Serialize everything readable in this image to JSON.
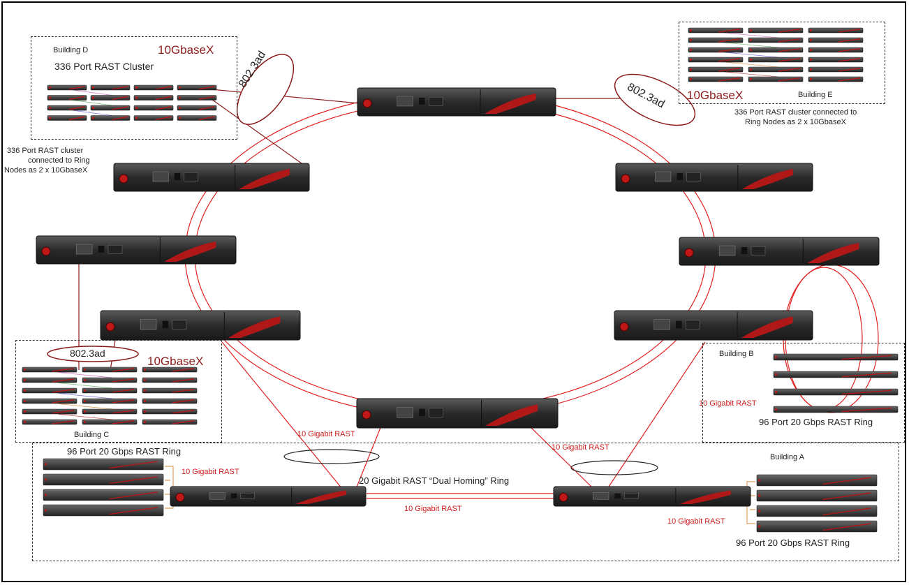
{
  "labels": {
    "building_d": "Building D",
    "d_cluster": "336 Port RAST Cluster",
    "d_10g": "10GbaseX",
    "left_note_1": "336 Port RAST cluster",
    "left_note_2": "connected to Ring",
    "left_note_3": "Nodes as 2 x 10GbaseX",
    "lag_d": "802.3ad",
    "lag_e": "802.3ad",
    "e_10g": "10GbaseX",
    "building_e": "Building E",
    "right_note_1": "336 Port RAST cluster connected to",
    "right_note_2": "Ring Nodes as 2 x 10GbaseX",
    "lag_c": "802.3ad",
    "c_10g": "10GbaseX",
    "building_c": "Building C",
    "building_b": "Building B",
    "b_rast": "10 Gigabit RAST",
    "b_ring": "96 Port 20 Gbps RAST Ring",
    "rast_left": "10 Gigabit RAST",
    "rast_right": "10 Gigabit RAST",
    "bottom_left_ring": "96 Port 20 Gbps RAST Ring",
    "bottom_left_rast": "10 Gigabit RAST",
    "dual_homing": "20 Gigabit RAST “Dual Homing” Ring",
    "bottom_link": "10 Gigabit RAST",
    "building_a": "Building A",
    "a_rast": "10 Gigabit RAST",
    "a_ring": "96 Port 20 Gbps RAST Ring"
  },
  "colors": {
    "link": "#e02020",
    "device_body": "#2e2e2e",
    "device_swoosh": "#b01818"
  }
}
